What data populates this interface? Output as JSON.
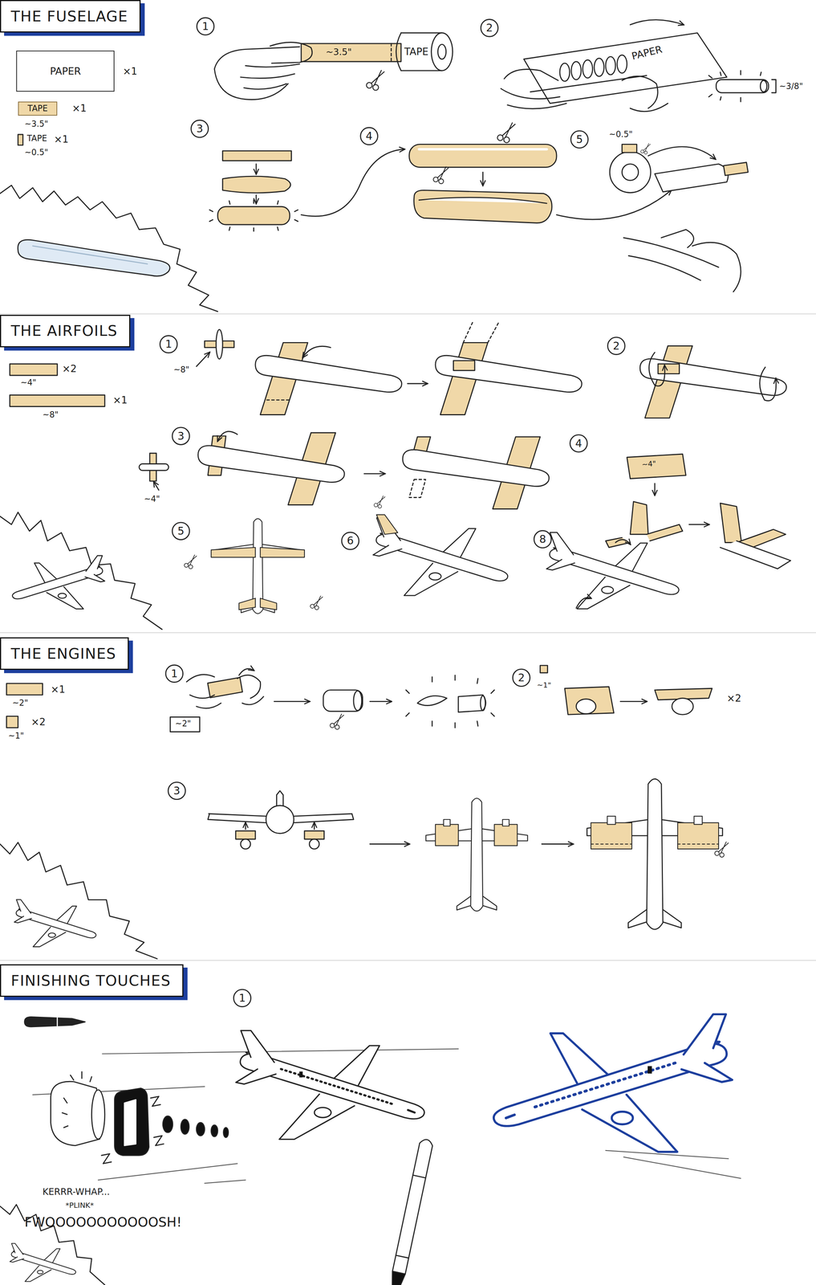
{
  "diagram": {
    "nodes": [
      {
        "text": [
          "THE FUSELAGE"
        ]
      },
      {
        "text": [
          "PAPER"
        ]
      },
      {
        "text": [
          "TAPE"
        ]
      },
      {
        "text": [
          "THE AIRFOILS"
        ]
      },
      {
        "text": [
          "THE ENGINES"
        ]
      },
      {
        "text": [
          "FINISHING TOUCHES"
        ]
      }
    ],
    "labels": [
      "×1",
      "×1",
      "~3.5\"",
      "TAPE",
      "×1",
      "~0.5\"",
      "1",
      "~3.5\"",
      "TAPE",
      "2",
      "PAPER",
      "~3/8\"",
      "3",
      "4",
      "5",
      "~0.5\"",
      "×2",
      "~4\"",
      "×1",
      "~8\"",
      "1",
      "~8\"",
      "2",
      "3",
      "~4\"",
      "4",
      "~4\"",
      "5",
      "6",
      "8",
      "×1",
      "~2\"",
      "×2",
      "~1\"",
      "1",
      "~2\"",
      "2",
      "~1\"",
      "×2",
      "3",
      "1",
      "KERRR-WHAP...",
      "*PLINK*",
      "FWOOOOOOOOOOOSH!"
    ]
  }
}
